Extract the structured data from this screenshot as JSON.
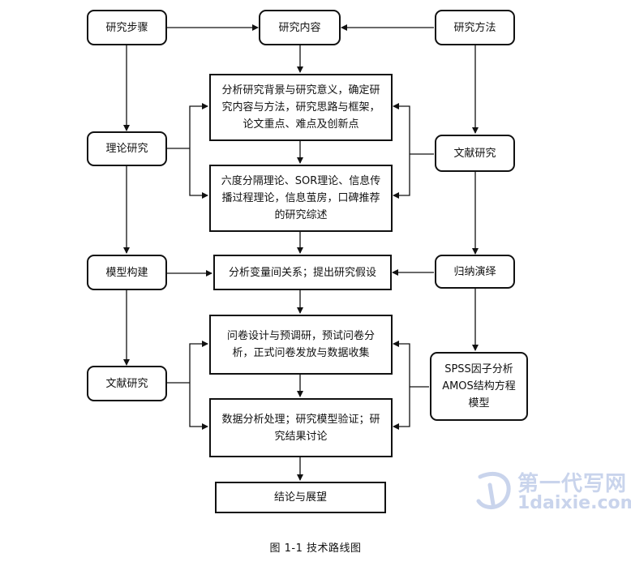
{
  "diagram": {
    "left_column": {
      "steps": "研究步骤",
      "theory": "理论研究",
      "model": "模型构建",
      "literature": "文献研究"
    },
    "center_column": {
      "content": "研究内容",
      "background": [
        "分析研究背景与研究意义，确定研",
        "究内容与方法，研究思路与框架，",
        "论文重点、难点及创新点"
      ],
      "review": [
        "六度分隔理论、SOR理论、信息传",
        "播过程理论，信息茧房，口碑推荐",
        "的研究综述"
      ],
      "hypothesis": "分析变量间关系；提出研究假设",
      "questionnaire": [
        "问卷设计与预调研，预试问卷分",
        "析，正式问卷发放与数据收集"
      ],
      "analysis": [
        "数据分析处理；研究模型验证；研",
        "究结果讨论"
      ],
      "conclusion": "结论与展望"
    },
    "right_column": {
      "methods": "研究方法",
      "literature": "文献研究",
      "induction": "归纳演绎",
      "stats": [
        "SPSS因子分析",
        "AMOS结构方程",
        "模型"
      ]
    }
  },
  "caption": "图 1-1    技术路线图",
  "watermark": {
    "title": "第一代写网",
    "url": "1daixie.com"
  }
}
